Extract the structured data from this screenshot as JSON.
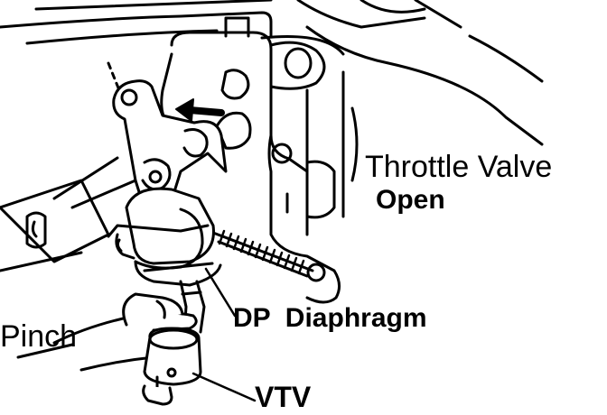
{
  "labels": {
    "throttle_valve": "Throttle Valve",
    "open": "Open",
    "dp_diaphragm": "DP  Diaphragm",
    "pinch": "Pinch",
    "vtv": "VTV"
  },
  "colors": {
    "ink": "#000000",
    "paper": "#ffffff"
  }
}
